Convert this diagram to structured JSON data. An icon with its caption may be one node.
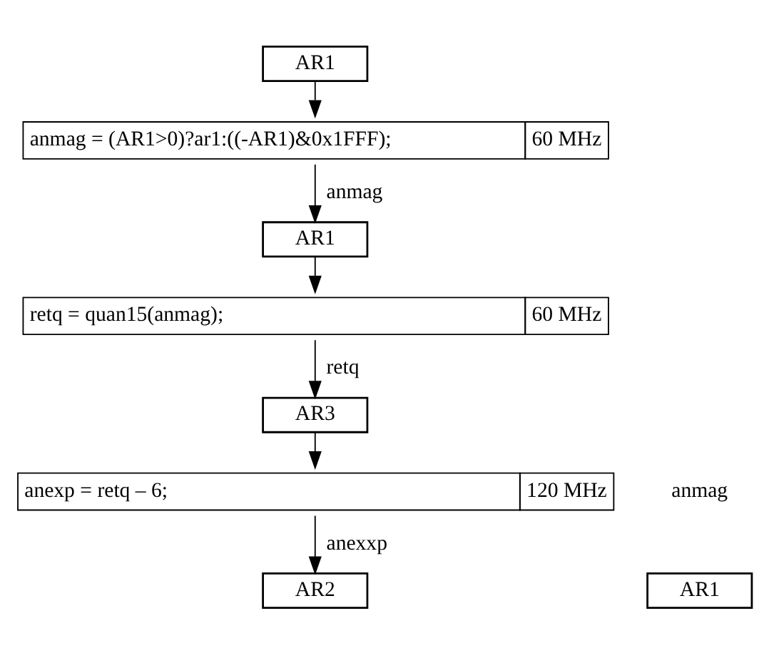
{
  "diagram": {
    "nodes": [
      {
        "text": [
          "AR1"
        ]
      },
      {
        "text": [
          "anmag = (AR1>0)?ar1:((-AR1)&0x1FFF);",
          "60 MHz"
        ]
      },
      {
        "text": [
          "AR1"
        ]
      },
      {
        "text": [
          "retq = quan15(anmag);",
          "60 MHz"
        ]
      },
      {
        "text": [
          "AR3"
        ]
      },
      {
        "text": [
          "anexp = retq – 6;",
          "120 MHz"
        ]
      },
      {
        "text": [
          "AR2"
        ]
      },
      {
        "text": [
          "AR1"
        ],
        "beside": [
          "anmag"
        ]
      }
    ],
    "edges": [
      {
        "from": 0,
        "to": 1,
        "arrow": "to"
      },
      {
        "from": 1,
        "to": 2,
        "arrow": "to",
        "label": "anmag"
      },
      {
        "from": 2,
        "to": 3,
        "arrow": "to"
      },
      {
        "from": 3,
        "to": 4,
        "arrow": "to",
        "label": "retq"
      },
      {
        "from": 4,
        "to": 5,
        "arrow": "to"
      },
      {
        "from": 5,
        "to": 6,
        "arrow": "to",
        "label": "anexxp"
      }
    ]
  }
}
